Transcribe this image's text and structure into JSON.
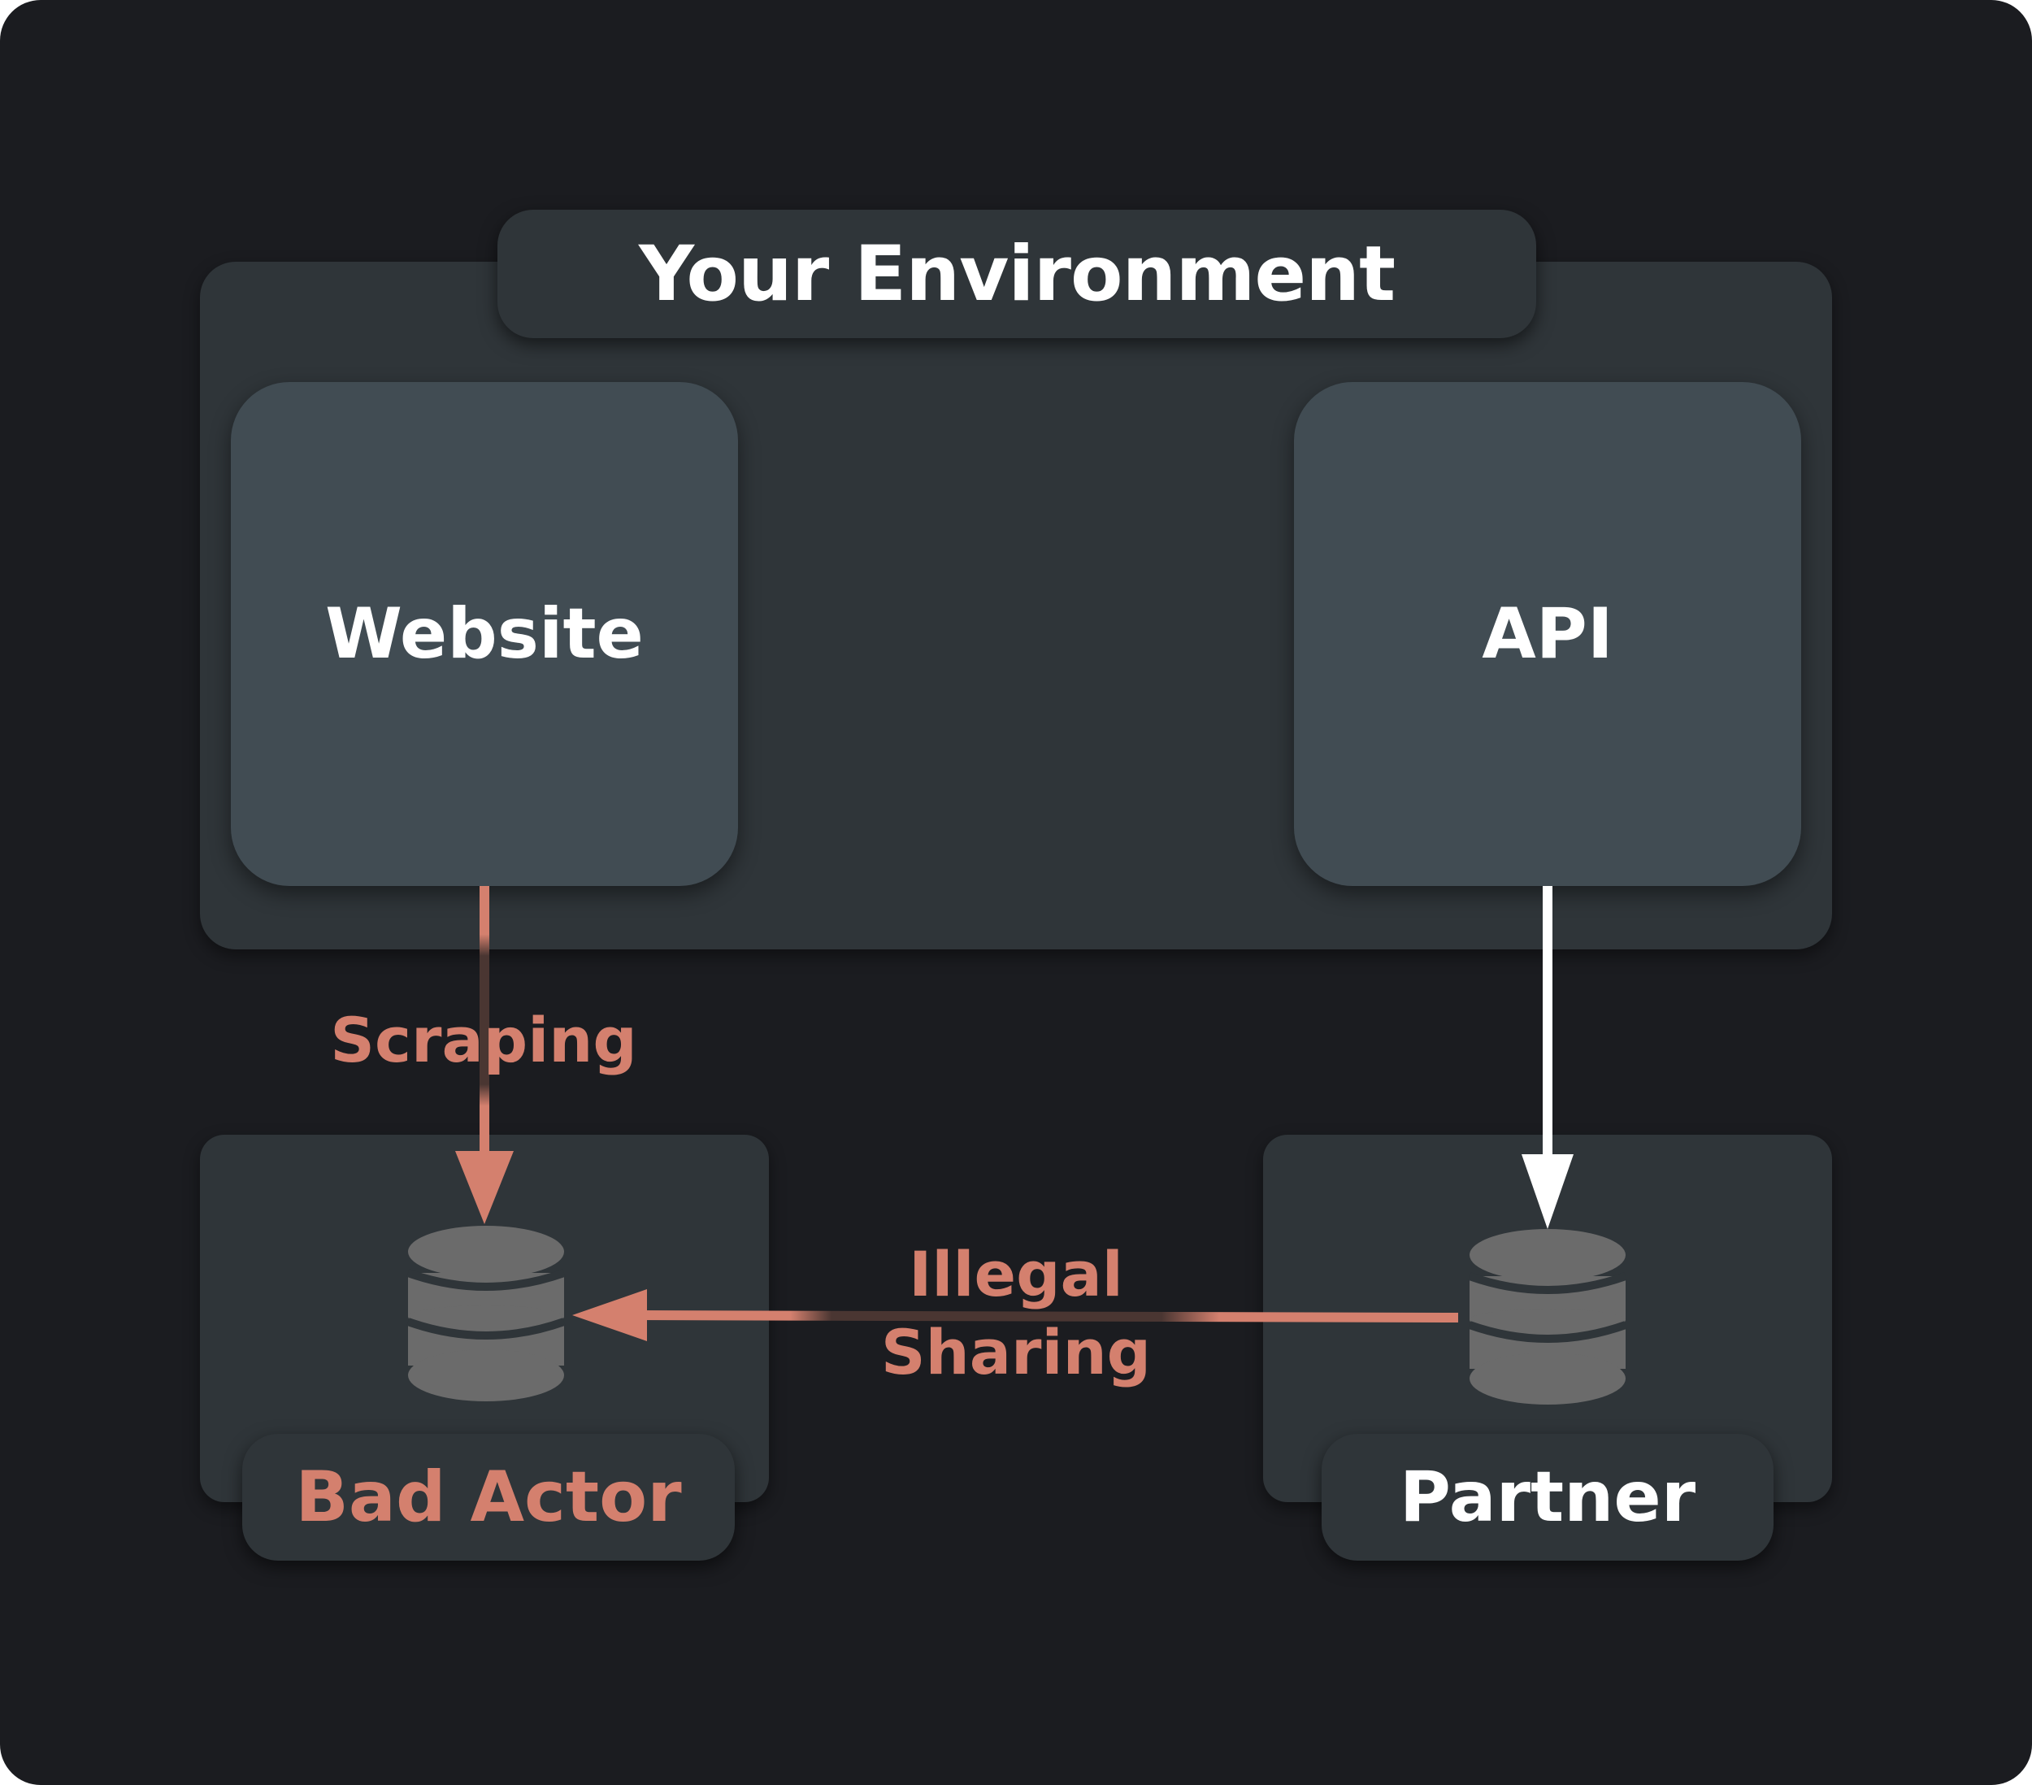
{
  "diagram": {
    "environment": {
      "title": "Your Environment",
      "website_label": "Website",
      "api_label": "API"
    },
    "bad_actor": {
      "label": "Bad Actor",
      "icon": "database-icon"
    },
    "partner": {
      "label": "Partner",
      "icon": "database-icon"
    },
    "edges": {
      "scraping": "Scraping",
      "illegal_sharing_line1": "Illegal",
      "illegal_sharing_line2": "Sharing"
    },
    "colors": {
      "background": "#1b1c20",
      "panel": "#2f3539",
      "box": "#414c53",
      "threat": "#d4806e",
      "normal": "#ffffff",
      "database": "#6b6b6b"
    }
  }
}
